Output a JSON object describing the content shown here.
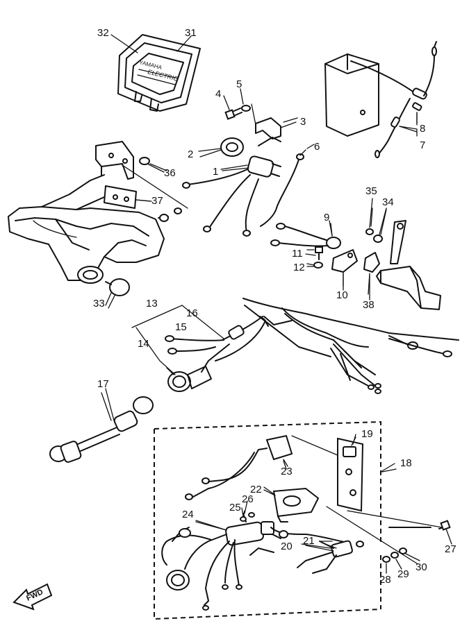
{
  "diagram": {
    "callouts": [
      {
        "id": "n1",
        "text": "1"
      },
      {
        "id": "n2",
        "text": "2"
      },
      {
        "id": "n3",
        "text": "3"
      },
      {
        "id": "n4",
        "text": "4"
      },
      {
        "id": "n5",
        "text": "5"
      },
      {
        "id": "n6",
        "text": "6"
      },
      {
        "id": "n7",
        "text": "7"
      },
      {
        "id": "n8",
        "text": "8"
      },
      {
        "id": "n9",
        "text": "9"
      },
      {
        "id": "n10",
        "text": "10"
      },
      {
        "id": "n11",
        "text": "11"
      },
      {
        "id": "n12",
        "text": "12"
      },
      {
        "id": "n13",
        "text": "13"
      },
      {
        "id": "n14",
        "text": "14"
      },
      {
        "id": "n15",
        "text": "15"
      },
      {
        "id": "n16",
        "text": "16"
      },
      {
        "id": "n17",
        "text": "17"
      },
      {
        "id": "n18",
        "text": "18"
      },
      {
        "id": "n19",
        "text": "19"
      },
      {
        "id": "n20",
        "text": "20"
      },
      {
        "id": "n21",
        "text": "21"
      },
      {
        "id": "n22",
        "text": "22"
      },
      {
        "id": "n23",
        "text": "23"
      },
      {
        "id": "n24",
        "text": "24"
      },
      {
        "id": "n25",
        "text": "25"
      },
      {
        "id": "n26",
        "text": "26"
      },
      {
        "id": "n27",
        "text": "27"
      },
      {
        "id": "n28",
        "text": "28"
      },
      {
        "id": "n29",
        "text": "29"
      },
      {
        "id": "n30",
        "text": "30"
      },
      {
        "id": "n31",
        "text": "31"
      },
      {
        "id": "n32",
        "text": "32"
      },
      {
        "id": "n33",
        "text": "33"
      },
      {
        "id": "n34",
        "text": "34"
      },
      {
        "id": "n35",
        "text": "35"
      },
      {
        "id": "n36",
        "text": "36"
      },
      {
        "id": "n37",
        "text": "37"
      },
      {
        "id": "n38",
        "text": "38"
      }
    ],
    "decal_brand": "YAMAHA",
    "decal_text": "ELECTRIC",
    "direction_arrow": "FWD",
    "colors": {
      "ink": "#111111",
      "paper": "#ffffff"
    }
  }
}
